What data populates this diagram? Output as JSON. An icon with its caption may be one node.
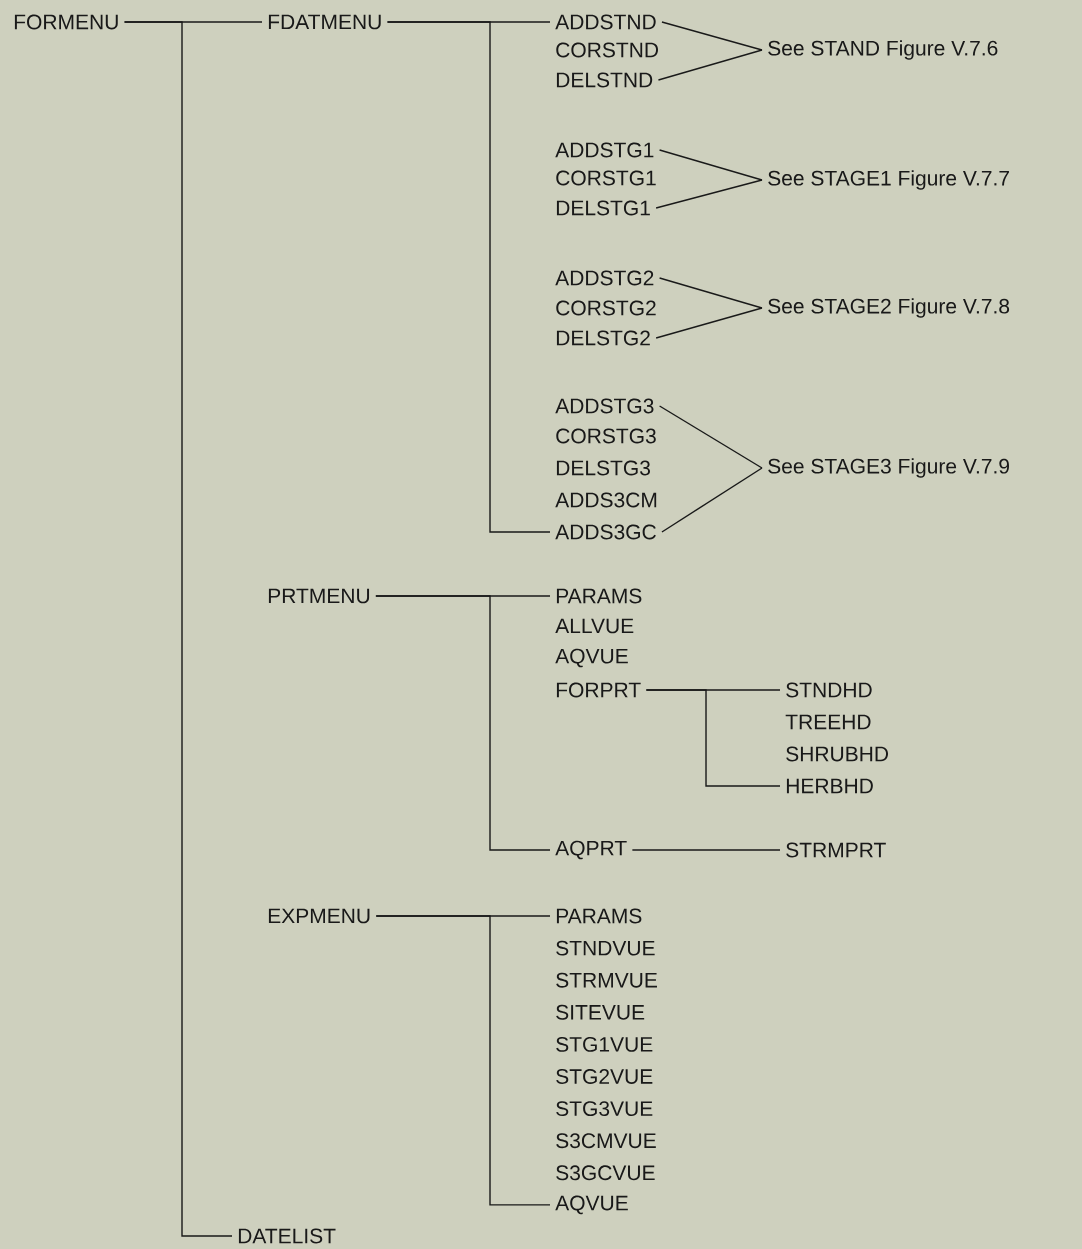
{
  "diagram": {
    "nodes": [
      {
        "text": [
          "FORMENU"
        ]
      },
      {
        "text": [
          "FDATMENU"
        ]
      },
      {
        "text": [
          "ADDSTND"
        ]
      },
      {
        "text": [
          "CORSTND"
        ]
      },
      {
        "text": [
          "DELSTND"
        ]
      },
      {
        "text": [
          "See STAND Figure V.7.6"
        ]
      },
      {
        "text": [
          "ADDSTG1"
        ]
      },
      {
        "text": [
          "CORSTG1"
        ]
      },
      {
        "text": [
          "DELSTG1"
        ]
      },
      {
        "text": [
          "See STAGE1 Figure V.7.7"
        ]
      },
      {
        "text": [
          "ADDSTG2"
        ]
      },
      {
        "text": [
          "CORSTG2"
        ]
      },
      {
        "text": [
          "DELSTG2"
        ]
      },
      {
        "text": [
          "See STAGE2 Figure V.7.8"
        ]
      },
      {
        "text": [
          "ADDSTG3"
        ]
      },
      {
        "text": [
          "CORSTG3"
        ]
      },
      {
        "text": [
          "DELSTG3"
        ]
      },
      {
        "text": [
          "ADDS3CM"
        ]
      },
      {
        "text": [
          "ADDS3GC"
        ]
      },
      {
        "text": [
          "See STAGE3 Figure V.7.9"
        ]
      },
      {
        "text": [
          "PRTMENU"
        ]
      },
      {
        "text": [
          "PARAMS"
        ]
      },
      {
        "text": [
          "ALLVUE"
        ]
      },
      {
        "text": [
          "AQVUE"
        ]
      },
      {
        "text": [
          "FORPRT"
        ]
      },
      {
        "text": [
          "STNDHD"
        ]
      },
      {
        "text": [
          "TREEHD"
        ]
      },
      {
        "text": [
          "SHRUBHD"
        ]
      },
      {
        "text": [
          "HERBHD"
        ]
      },
      {
        "text": [
          "AQPRT"
        ]
      },
      {
        "text": [
          "STRMPRT"
        ]
      },
      {
        "text": [
          "EXPMENU"
        ]
      },
      {
        "text": [
          "PARAMS"
        ]
      },
      {
        "text": [
          "STNDVUE"
        ]
      },
      {
        "text": [
          "STRMVUE"
        ]
      },
      {
        "text": [
          "SITEVUE"
        ]
      },
      {
        "text": [
          "STG1VUE"
        ]
      },
      {
        "text": [
          "STG2VUE"
        ]
      },
      {
        "text": [
          "STG3VUE"
        ]
      },
      {
        "text": [
          "S3CMVUE"
        ]
      },
      {
        "text": [
          "S3GCVUE"
        ]
      },
      {
        "text": [
          "AQVUE"
        ]
      },
      {
        "text": [
          "DATELIST"
        ]
      }
    ],
    "edges": [
      {
        "from": 0,
        "to": 1,
        "arrow": "none"
      },
      {
        "from": 0,
        "to": 42,
        "arrow": "none"
      },
      {
        "from": 1,
        "to": 2,
        "arrow": "none"
      },
      {
        "from": 1,
        "to": 18,
        "arrow": "none"
      },
      {
        "from": 2,
        "to": 5,
        "arrow": "none"
      },
      {
        "from": 4,
        "to": 5,
        "arrow": "none"
      },
      {
        "from": 6,
        "to": 9,
        "arrow": "none"
      },
      {
        "from": 8,
        "to": 9,
        "arrow": "none"
      },
      {
        "from": 10,
        "to": 13,
        "arrow": "none"
      },
      {
        "from": 12,
        "to": 13,
        "arrow": "none"
      },
      {
        "from": 14,
        "to": 19,
        "arrow": "none"
      },
      {
        "from": 18,
        "to": 19,
        "arrow": "none"
      },
      {
        "from": 20,
        "to": 21,
        "arrow": "none"
      },
      {
        "from": 20,
        "to": 29,
        "arrow": "none"
      },
      {
        "from": 24,
        "to": 25,
        "arrow": "none"
      },
      {
        "from": 24,
        "to": 28,
        "arrow": "none"
      },
      {
        "from": 29,
        "to": 30,
        "arrow": "none"
      },
      {
        "from": 31,
        "to": 32,
        "arrow": "none"
      },
      {
        "from": 31,
        "to": 41,
        "arrow": "none"
      }
    ]
  }
}
